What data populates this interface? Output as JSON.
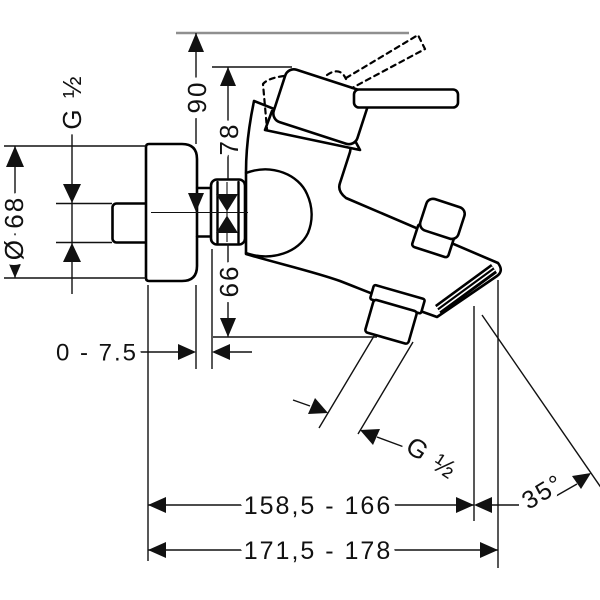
{
  "drawing": {
    "type": "technical-dimension-drawing",
    "subject": "wall-mounted bath mixer tap, side view",
    "colors": {
      "background": "#ffffff",
      "outline": "#000000",
      "dimension": "#111111",
      "top_extension_gray": "#8f8f8f"
    },
    "labels": {
      "wall_thread": "G ½",
      "flange_diameter": "Ø 68",
      "handle_height_max": "90",
      "handle_height": "78",
      "spout_drop": "66",
      "mounting_depth": "0 - 7.5",
      "outlet_thread": "G ½",
      "shower_outlet_angle": "35°",
      "projection_outlet": "158,5 - 166",
      "projection_total": "171,5 - 178"
    }
  }
}
